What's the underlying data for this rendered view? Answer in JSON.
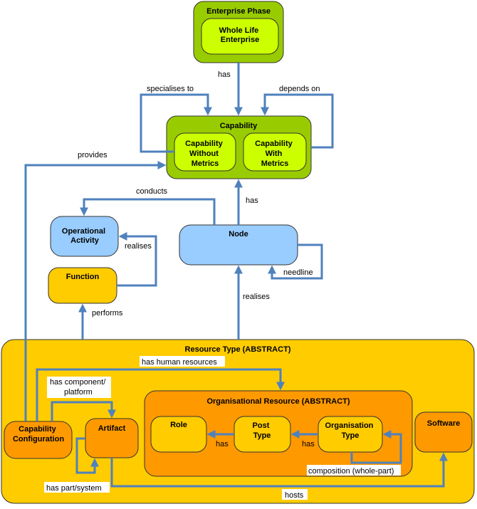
{
  "nodes": {
    "enterprise_phase": "Enterprise Phase",
    "whole_life_enterprise": [
      "Whole Life",
      "Enterprise"
    ],
    "capability": "Capability",
    "capability_without_metrics": [
      "Capability",
      "Without",
      "Metrics"
    ],
    "capability_with_metrics": [
      "Capability",
      "With",
      "Metrics"
    ],
    "operational_activity": [
      "Operational",
      "Activity"
    ],
    "function": "Function",
    "node": "Node",
    "resource_type": "Resource Type (ABSTRACT)",
    "organisational_resource": "Organisational Resource (ABSTRACT)",
    "capability_configuration": [
      "Capability",
      "Configuration"
    ],
    "artifact": "Artifact",
    "role": "Role",
    "post_type": [
      "Post",
      "Type"
    ],
    "organisation_type": [
      "Organisation",
      "Type"
    ],
    "software": "Software"
  },
  "edges": {
    "has_enterprise": "has",
    "specialises_to": "specialises to",
    "depends_on": "depends on",
    "provides": "provides",
    "conducts": "conducts",
    "has_node": "has",
    "realises_oa": "realises",
    "needline": "needline",
    "realises_node": "realises",
    "performs": "performs",
    "has_human_resources": "has human resources",
    "has_component_platform": [
      "has component/",
      "platform"
    ],
    "has_role": "has",
    "has_post": "has",
    "composition": "composition (whole-part)",
    "has_part_system": "has part/system",
    "hosts": "hosts"
  },
  "colors": {
    "dark_green": "#99cc00",
    "light_green": "#ccff00",
    "light_blue": "#99ccff",
    "yellow": "#ffcc00",
    "orange": "#ff9900",
    "edge_blue": "#4f81bd"
  }
}
